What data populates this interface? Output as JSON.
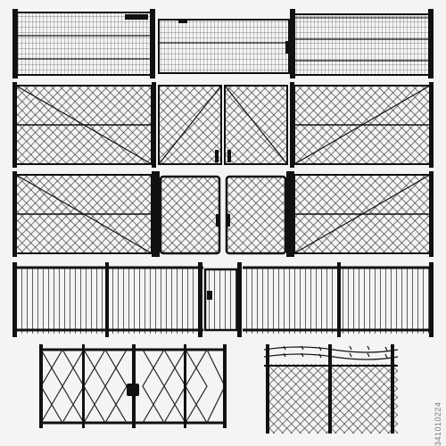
{
  "canvas": {
    "background": "#f4f4f4",
    "ink": "#111111",
    "mesh_fill": "#e6e6e6"
  },
  "watermark": {
    "stock_id": "341010224"
  },
  "fence_catalog": [
    {
      "row": 1,
      "items": [
        "welded-mesh-panel",
        "welded-mesh-gate",
        "welded-mesh-panel-with-top-wire"
      ]
    },
    {
      "row": 2,
      "items": [
        "chainlink-panel-diagonal-brace",
        "chainlink-double-gate-left",
        "chainlink-double-gate-right",
        "chainlink-panel-diagonal-brace"
      ]
    },
    {
      "row": 3,
      "items": [
        "chainlink-panel-diagonal-brace",
        "chainlink-double-gate-left",
        "chainlink-double-gate-right",
        "chainlink-panel-diagonal-brace"
      ]
    },
    {
      "row": 4,
      "items": [
        "picket-fence-left",
        "picket-gate",
        "picket-fence-right"
      ]
    },
    {
      "row": 5,
      "items": [
        "folding-expanding-gate",
        "barbed-wire-chainlink-fence"
      ]
    }
  ]
}
